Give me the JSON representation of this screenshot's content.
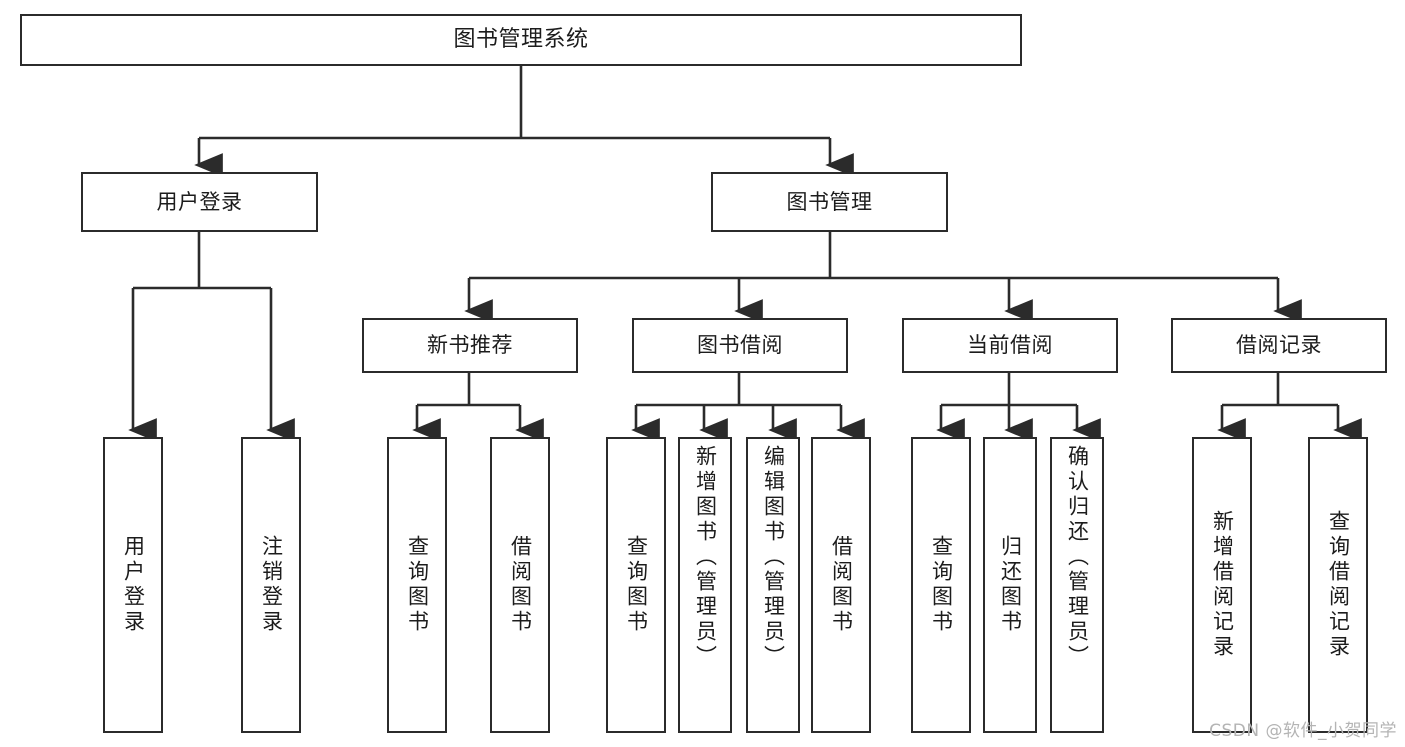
{
  "diagram": {
    "title": "图书管理系统",
    "type": "hierarchy-tree",
    "watermark": "CSDN @软件_小贺同学",
    "colors": {
      "box_border": "#2b2b2b",
      "box_fill": "#ffffff",
      "connector": "#2b2b2b",
      "text": "#1c1c1c",
      "watermark": "#b4b4b4",
      "background": "#ffffff"
    },
    "root": {
      "id": "root",
      "label": "图书管理系统",
      "orientation": "horizontal"
    },
    "level2": [
      {
        "id": "user-login",
        "label": "用户登录",
        "orientation": "horizontal"
      },
      {
        "id": "book-management",
        "label": "图书管理",
        "orientation": "horizontal"
      }
    ],
    "level3": [
      {
        "id": "new-book-recommend",
        "label": "新书推荐",
        "orientation": "horizontal",
        "parent": "book-management"
      },
      {
        "id": "book-borrow",
        "label": "图书借阅",
        "orientation": "horizontal",
        "parent": "book-management"
      },
      {
        "id": "current-borrow",
        "label": "当前借阅",
        "orientation": "horizontal",
        "parent": "book-management"
      },
      {
        "id": "borrow-record",
        "label": "借阅记录",
        "orientation": "horizontal",
        "parent": "book-management"
      }
    ],
    "leaves": [
      {
        "id": "leaf-user-login",
        "label": "用户登录",
        "orientation": "vertical",
        "parent": "user-login",
        "align": "centered"
      },
      {
        "id": "leaf-logout-login",
        "label": "注销登录",
        "orientation": "vertical",
        "parent": "user-login",
        "align": "centered"
      },
      {
        "id": "leaf-query-book-1",
        "label": "查询图书",
        "orientation": "vertical",
        "parent": "new-book-recommend",
        "align": "centered"
      },
      {
        "id": "leaf-borrow-book-1",
        "label": "借阅图书",
        "orientation": "vertical",
        "parent": "new-book-recommend",
        "align": "centered"
      },
      {
        "id": "leaf-query-book-2",
        "label": "查询图书",
        "orientation": "vertical",
        "parent": "book-borrow",
        "align": "centered"
      },
      {
        "id": "leaf-add-book-admin",
        "label": "新增图书（管理员）",
        "orientation": "vertical",
        "parent": "book-borrow",
        "align": "topstart"
      },
      {
        "id": "leaf-edit-book-admin",
        "label": "编辑图书（管理员）",
        "orientation": "vertical",
        "parent": "book-borrow",
        "align": "topstart"
      },
      {
        "id": "leaf-borrow-book-2",
        "label": "借阅图书",
        "orientation": "vertical",
        "parent": "book-borrow",
        "align": "centered"
      },
      {
        "id": "leaf-query-book-3",
        "label": "查询图书",
        "orientation": "vertical",
        "parent": "current-borrow",
        "align": "centered"
      },
      {
        "id": "leaf-return-book",
        "label": "归还图书",
        "orientation": "vertical",
        "parent": "current-borrow",
        "align": "centered"
      },
      {
        "id": "leaf-confirm-return-admin",
        "label": "确认归还（管理员）",
        "orientation": "vertical",
        "parent": "current-borrow",
        "align": "topstart"
      },
      {
        "id": "leaf-add-borrow-record",
        "label": "新增借阅记录",
        "orientation": "vertical",
        "parent": "borrow-record",
        "align": "centered"
      },
      {
        "id": "leaf-query-borrow-record",
        "label": "查询借阅记录",
        "orientation": "vertical",
        "parent": "borrow-record",
        "align": "centered"
      }
    ]
  }
}
